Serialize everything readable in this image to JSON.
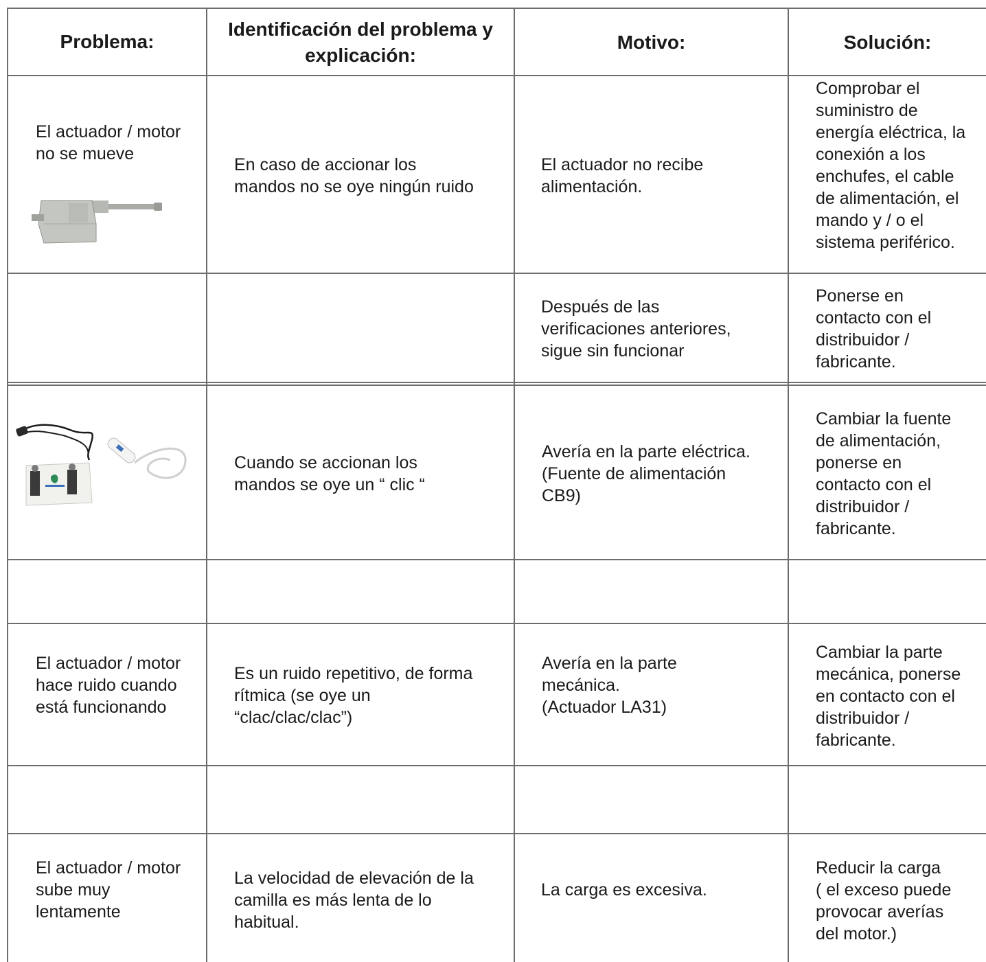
{
  "headers": {
    "problem": "Problema:",
    "identification": "Identificación del problema y\nexplicación:",
    "reason": "Motivo:",
    "solution": "Solución:"
  },
  "rows": [
    {
      "problem": "El actuador / motor\nno se mueve",
      "identification": "En caso de accionar los\nmandos no se oye ningún ruido",
      "reason": " El actuador no recibe\nalimentación.",
      "solution": " Comprobar el\nsuministro de\nenergía eléctrica, la\nconexión a los\nenchufes, el cable\nde alimentación, el\nmando y / o el\nsistema periférico."
    },
    {
      "reason": " Después de las\nverificaciones anteriores,\nsigue sin funcionar",
      "solution": "Ponerse en\ncontacto con el\ndistribuidor /\nfabricante."
    },
    {
      "identification": "Cuando se accionan los\nmandos se oye un “ clic “",
      "reason": "Avería en la parte eléctrica.\n(Fuente de alimentación\nCB9)",
      "solution": " Cambiar la fuente\nde alimentación,\nponerse en\ncontacto con el\ndistribuidor /\nfabricante."
    },
    {
      "problem": "El actuador / motor\nhace ruido cuando\nestá funcionando",
      "identification": "Es un ruido repetitivo, de forma\nrítmica (se oye un\n“clac/clac/clac”)",
      "reason": "Avería en la parte\nmecánica.\n(Actuador LA31)",
      "solution": " Cambiar la parte\nmecánica, ponerse\nen contacto con el\ndistribuidor /\nfabricante."
    },
    {
      "problem": "El actuador / motor\nsube muy\nlentamente",
      "identification": "La velocidad de elevación de la\ncamilla es más lenta de lo\nhabitual.",
      "reason": " La carga es excesiva.",
      "solution": " Reducir la carga\n( el exceso  puede\nprovocar averías\ndel motor.)"
    }
  ],
  "images": {
    "actuator": "actuator-photo",
    "control_box": "control-box-photo"
  }
}
